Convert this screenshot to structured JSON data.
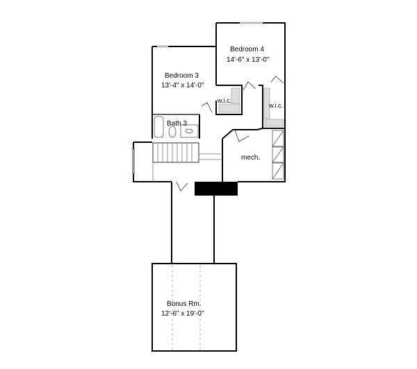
{
  "rooms": {
    "bedroom4": {
      "name": "Bedroom 4",
      "size": "14'-6\" x 13'-0\""
    },
    "bedroom3": {
      "name": "Bedroom 3",
      "size": "13'-4\" x 14'-0\""
    },
    "wic_left": {
      "name": "w.i.c."
    },
    "wic_right": {
      "name": "w.i.c."
    },
    "bath3": {
      "name": "Bath 3"
    },
    "mech": {
      "name": "mech."
    },
    "bonus": {
      "name": "Bonus Rm.",
      "size": "12'-6\" x 19'-0\""
    }
  }
}
